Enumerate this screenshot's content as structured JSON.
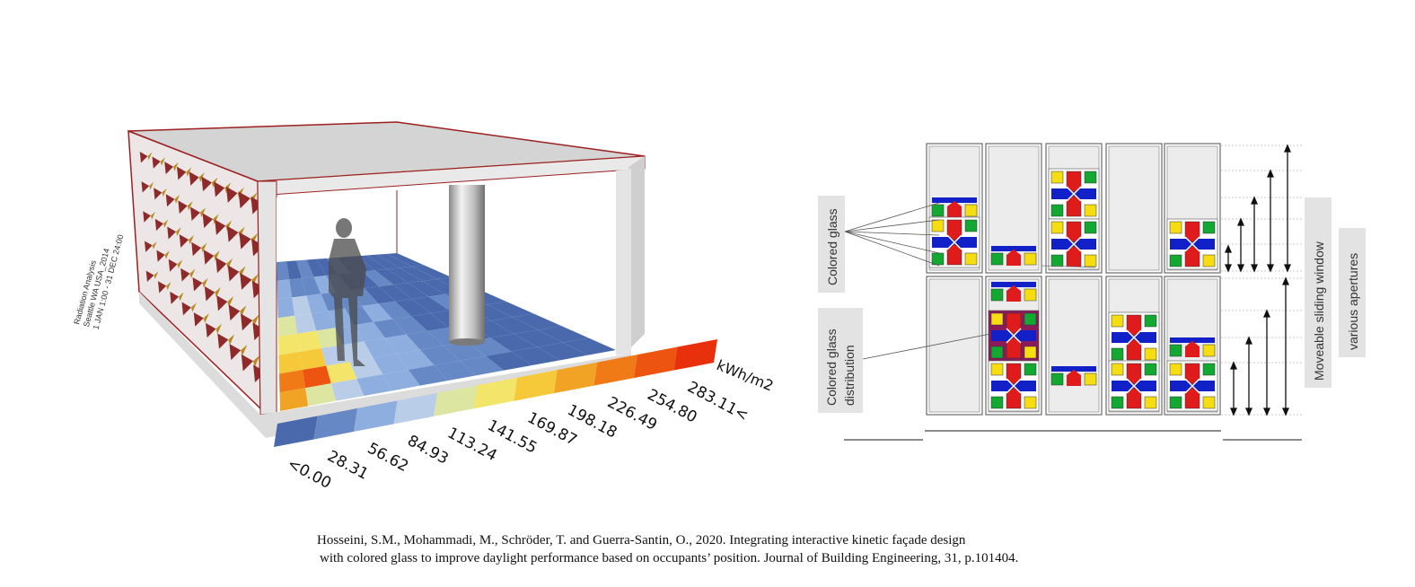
{
  "room_model": {
    "analysis_label": [
      "Radiation Analysis",
      "Seattle WA USA_2014",
      "1 JAN 1:00 - 31 DEC 24:00"
    ]
  },
  "legend": {
    "unit": "kWh/m2",
    "labels": [
      "<0.00",
      "28.31",
      "56.62",
      "84.93",
      "113.24",
      "141.55",
      "169.87",
      "198.18",
      "226.49",
      "254.80",
      "283.11<"
    ],
    "colors": [
      "#4a69ad",
      "#6688c4",
      "#8eaee0",
      "#b9cde8",
      "#dde6a0",
      "#f3e46a",
      "#f6c93a",
      "#f1a326",
      "#ef7a16",
      "#ec5410",
      "#e8300c"
    ]
  },
  "facade": {
    "labels": {
      "colored_glass": "Colored glass",
      "colored_glass_distribution": "Colored glass distribution",
      "moveable_window": "Moveable sliding window",
      "various_apertures": "various apertures"
    },
    "glass_colors": {
      "red": "#e01b1b",
      "blue": "#1220c8",
      "green": "#12a832",
      "yellow": "#f5dd12"
    }
  },
  "citation": {
    "line1": "Hosseini, S.M., Mohammadi, M., Schröder, T. and Guerra-Santin, O., 2020. Integrating interactive kinetic façade design",
    "line2": "with colored glass to improve daylight performance based on occupants’ position. Journal of Building Engineering, 31, p.101404."
  }
}
